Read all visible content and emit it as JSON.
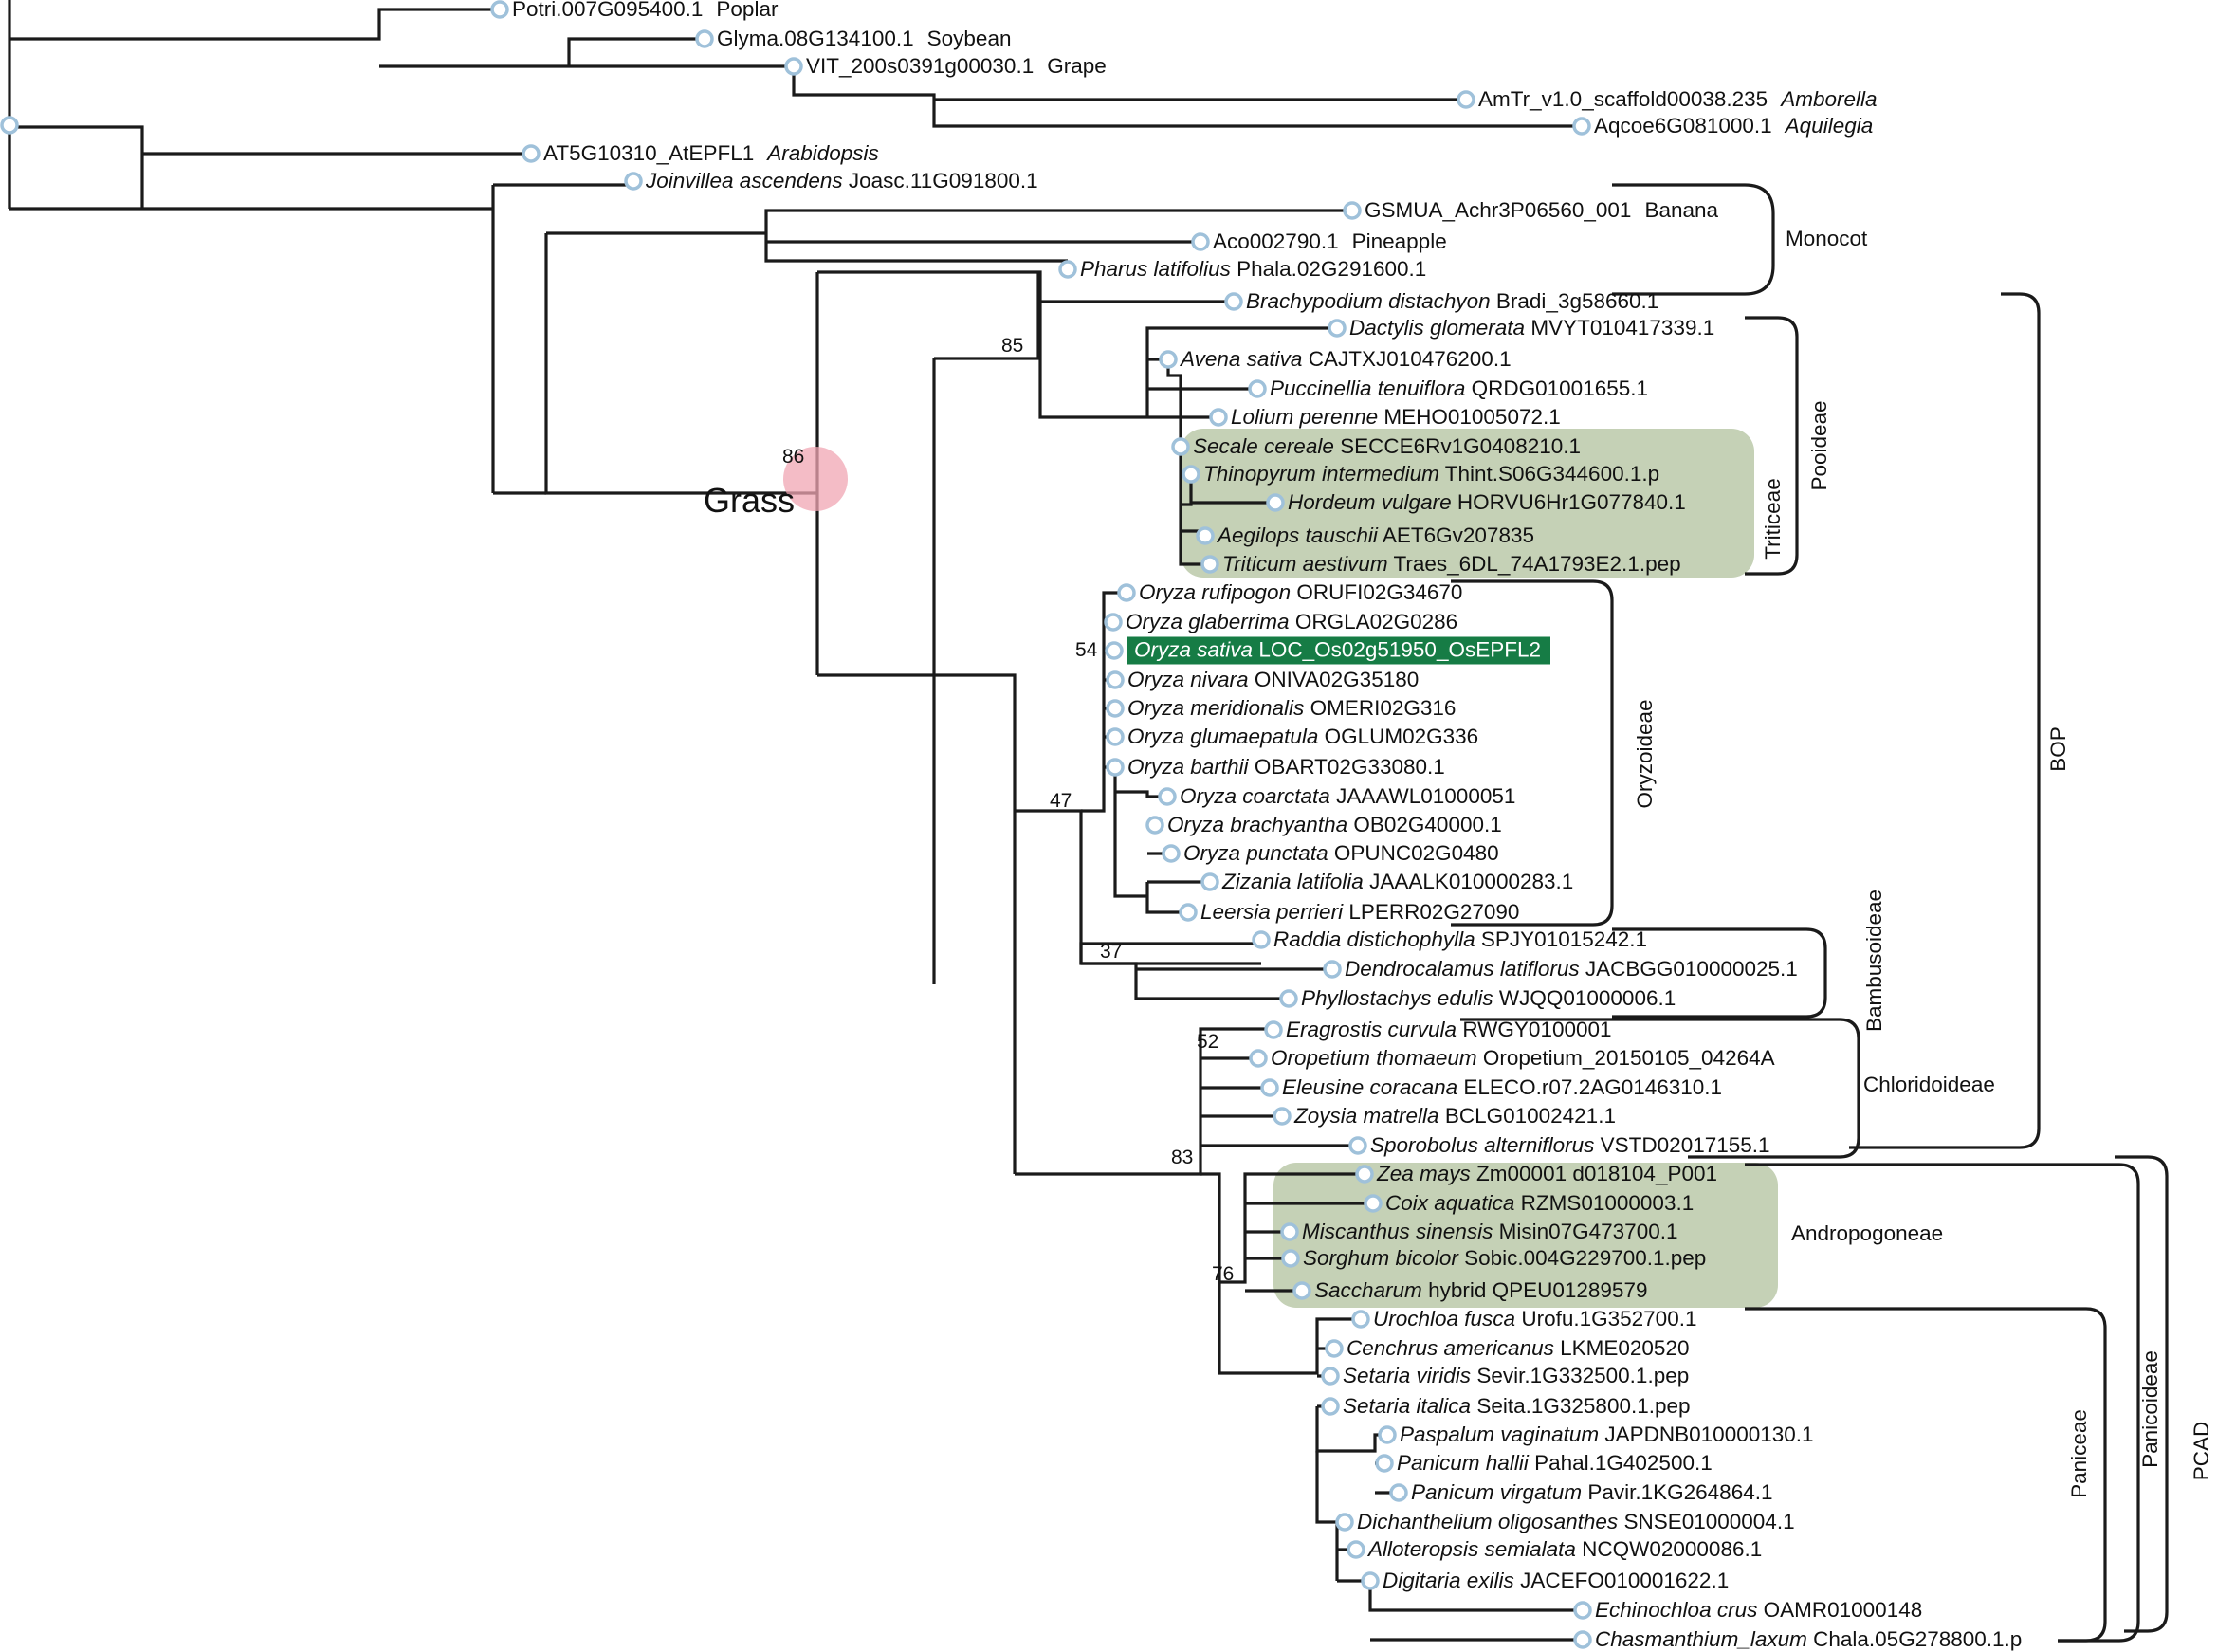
{
  "tree": {
    "colors": {
      "branch": "#1a1a1a",
      "node_ring": "#9fc1da",
      "highlight": "#c5d1b6",
      "focal_bg": "#167c45",
      "focal_text": "#ffffff",
      "grass_marker": "#f0a6b3"
    },
    "leaves": [
      {
        "sp": "",
        "id": "Potri.007G095400.1",
        "suf": "Poplar",
        "suf_italic": false
      },
      {
        "sp": "",
        "id": "Glyma.08G134100.1",
        "suf": "Soybean",
        "suf_italic": false
      },
      {
        "sp": "",
        "id": "VIT_200s0391g00030.1",
        "suf": "Grape",
        "suf_italic": false
      },
      {
        "sp": "",
        "id": "AmTr_v1.0_scaffold00038.235",
        "suf": "Amborella",
        "suf_italic": true
      },
      {
        "sp": "",
        "id": "Aqcoe6G081000.1",
        "suf": "Aquilegia",
        "suf_italic": true
      },
      {
        "sp": "",
        "id": "AT5G10310_AtEPFL1",
        "suf": "Arabidopsis",
        "suf_italic": true
      },
      {
        "sp": "Joinvillea ascendens",
        "id": "Joasc.11G091800.1",
        "suf": ""
      },
      {
        "sp": "",
        "id": "GSMUA_Achr3P06560_001",
        "suf": "Banana",
        "suf_italic": false
      },
      {
        "sp": "",
        "id": "Aco002790.1",
        "suf": "Pineapple",
        "suf_italic": false
      },
      {
        "sp": "Pharus latifolius",
        "id": "Phala.02G291600.1",
        "suf": ""
      },
      {
        "sp": "Brachypodium distachyon",
        "id": "Bradi_3g58660.1",
        "suf": ""
      },
      {
        "sp": "Dactylis glomerata",
        "id": "MVYT010417339.1",
        "suf": ""
      },
      {
        "sp": "Avena sativa",
        "id": "CAJTXJ010476200.1",
        "suf": ""
      },
      {
        "sp": "Puccinellia tenuiflora",
        "id": "QRDG01001655.1",
        "suf": ""
      },
      {
        "sp": "Lolium perenne",
        "id": "MEHO01005072.1",
        "suf": ""
      },
      {
        "sp": "Secale cereale",
        "id": "SECCE6Rv1G0408210.1",
        "suf": ""
      },
      {
        "sp": "Thinopyrum intermedium",
        "id": "Thint.S06G344600.1.p",
        "suf": ""
      },
      {
        "sp": "Hordeum vulgare",
        "id": "HORVU6Hr1G077840.1",
        "suf": ""
      },
      {
        "sp": "Aegilops tauschii",
        "id": "AET6Gv207835",
        "suf": ""
      },
      {
        "sp": "Triticum aestivum",
        "id": "Traes_6DL_74A1793E2.1.pep",
        "suf": ""
      },
      {
        "sp": "Oryza rufipogon",
        "id": "ORUFI02G34670",
        "suf": ""
      },
      {
        "sp": "Oryza glaberrima",
        "id": "ORGLA02G0286",
        "suf": ""
      },
      {
        "sp": "Oryza sativa",
        "id": "LOC_Os02g51950_OsEPFL2",
        "suf": "",
        "focal": true
      },
      {
        "sp": "Oryza nivara",
        "id": "ONIVA02G35180",
        "suf": ""
      },
      {
        "sp": "Oryza meridionalis",
        "id": "OMERI02G316",
        "suf": ""
      },
      {
        "sp": "Oryza glumaepatula",
        "id": "OGLUM02G336",
        "suf": ""
      },
      {
        "sp": "Oryza barthii",
        "id": "OBART02G33080.1",
        "suf": ""
      },
      {
        "sp": "Oryza coarctata",
        "id": "JAAAWL01000051",
        "suf": ""
      },
      {
        "sp": "Oryza brachyantha",
        "id": "OB02G40000.1",
        "suf": ""
      },
      {
        "sp": "Oryza punctata",
        "id": "OPUNC02G0480",
        "suf": ""
      },
      {
        "sp": "Zizania latifolia",
        "id": "JAAALK010000283.1",
        "suf": ""
      },
      {
        "sp": "Leersia perrieri",
        "id": "LPERR02G27090",
        "suf": ""
      },
      {
        "sp": "Raddia distichophylla",
        "id": "SPJY01015242.1",
        "suf": ""
      },
      {
        "sp": "Dendrocalamus latiflorus",
        "id": "JACBGG010000025.1",
        "suf": ""
      },
      {
        "sp": "Phyllostachys edulis",
        "id": "WJQQ01000006.1",
        "suf": ""
      },
      {
        "sp": "Eragrostis curvula",
        "id": "RWGY0100001",
        "suf": ""
      },
      {
        "sp": "Oropetium thomaeum",
        "id": "Oropetium_20150105_04264A",
        "suf": ""
      },
      {
        "sp": "Eleusine coracana",
        "id": "ELECO.r07.2AG0146310.1",
        "suf": ""
      },
      {
        "sp": "Zoysia matrella",
        "id": "BCLG01002421.1",
        "suf": ""
      },
      {
        "sp": "Sporobolus alterniflorus",
        "id": "VSTD02017155.1",
        "suf": ""
      },
      {
        "sp": "Zea mays",
        "id": "Zm00001 d018104_P001",
        "suf": ""
      },
      {
        "sp": "Coix aquatica",
        "id": "RZMS01000003.1",
        "suf": ""
      },
      {
        "sp": "Miscanthus sinensis",
        "id": "Misin07G473700.1",
        "suf": ""
      },
      {
        "sp": "Sorghum bicolor",
        "id": "Sobic.004G229700.1.pep",
        "suf": ""
      },
      {
        "sp": "Saccharum",
        "id": "hybrid QPEU01289579",
        "suf": ""
      },
      {
        "sp": "Urochloa fusca",
        "id": "Urofu.1G352700.1",
        "suf": ""
      },
      {
        "sp": "Cenchrus americanus",
        "id": "LKME020520",
        "suf": ""
      },
      {
        "sp": "Setaria viridis",
        "id": "Sevir.1G332500.1.pep",
        "suf": ""
      },
      {
        "sp": "Setaria italica",
        "id": "Seita.1G325800.1.pep",
        "suf": ""
      },
      {
        "sp": "Paspalum vaginatum",
        "id": "JAPDNB010000130.1",
        "suf": ""
      },
      {
        "sp": "Panicum hallii",
        "id": "Pahal.1G402500.1",
        "suf": ""
      },
      {
        "sp": "Panicum virgatum",
        "id": "Pavir.1KG264864.1",
        "suf": ""
      },
      {
        "sp": "Dichanthelium oligosanthes",
        "id": "SNSE01000004.1",
        "suf": ""
      },
      {
        "sp": "Alloteropsis semialata",
        "id": "NCQW02000086.1",
        "suf": ""
      },
      {
        "sp": "Digitaria exilis",
        "id": "JACEFO010001622.1",
        "suf": ""
      },
      {
        "sp": "Echinochloa crus",
        "id": "OAMR01000148",
        "suf": ""
      },
      {
        "sp": "Chasmanthium_laxum",
        "id": "Chala.05G278800.1.p",
        "suf": ""
      }
    ],
    "bootstraps": [
      "86",
      "85",
      "54",
      "47",
      "37",
      "52",
      "83",
      "76"
    ],
    "groups": {
      "monocot": "Monocot",
      "pooideae": "Pooideae",
      "triticeae": "Triticeae",
      "oryzoideae": "Oryzoideae",
      "bambusoideae": "Bambusoideae",
      "chloridoideae": "Chloridoideae",
      "bop": "BOP",
      "andropogoneae": "Andropogoneae",
      "paniceae": "Paniceae",
      "panicoideae": "Panicoideae",
      "pcad": "PCAD"
    },
    "grass_label": "Grass"
  }
}
